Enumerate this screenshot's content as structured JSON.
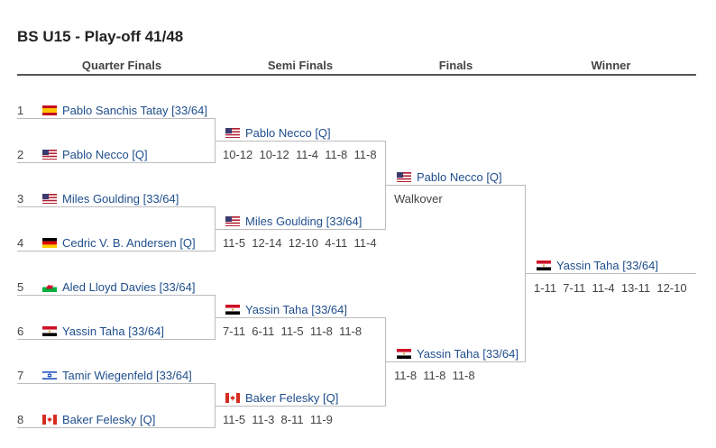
{
  "title": "BS U15 - Play-off 41/48",
  "headers": {
    "quarter": "Quarter Finals",
    "semi": "Semi Finals",
    "final": "Finals",
    "winner": "Winner"
  },
  "quarter_finals": [
    {
      "num": "1",
      "name": "Pablo Sanchis Tatay [33/64]",
      "flag": "spain-flag-icon"
    },
    {
      "num": "2",
      "name": "Pablo Necco [Q]",
      "flag": "usa-flag-icon"
    },
    {
      "num": "3",
      "name": "Miles Goulding [33/64]",
      "flag": "usa-flag-icon"
    },
    {
      "num": "4",
      "name": "Cedric V. B. Andersen [Q]",
      "flag": "germany-flag-icon"
    },
    {
      "num": "5",
      "name": "Aled Lloyd Davies [33/64]",
      "flag": "wales-flag-icon"
    },
    {
      "num": "6",
      "name": "Yassin Taha [33/64]",
      "flag": "egypt-flag-icon"
    },
    {
      "num": "7",
      "name": "Tamir Wiegenfeld [33/64]",
      "flag": "israel-flag-icon"
    },
    {
      "num": "8",
      "name": "Baker Felesky [Q]",
      "flag": "canada-flag-icon"
    }
  ],
  "semi_finals": [
    {
      "name": "Pablo Necco [Q]",
      "flag": "usa-flag-icon",
      "score": "10-12  10-12  11-4  11-8  11-8"
    },
    {
      "name": "Miles Goulding [33/64]",
      "flag": "usa-flag-icon",
      "score": "11-5  12-14  12-10  4-11  11-4"
    },
    {
      "name": "Yassin Taha [33/64]",
      "flag": "egypt-flag-icon",
      "score": "7-11  6-11  11-5  11-8  11-8"
    },
    {
      "name": "Baker Felesky [Q]",
      "flag": "canada-flag-icon",
      "score": "11-5  11-3  8-11  11-9"
    }
  ],
  "finals": [
    {
      "name": "Pablo Necco [Q]",
      "flag": "usa-flag-icon",
      "score": "Walkover"
    },
    {
      "name": "Yassin Taha [33/64]",
      "flag": "egypt-flag-icon",
      "score": "11-8  11-8  11-8"
    }
  ],
  "winner": {
    "name": "Yassin Taha [33/64]",
    "flag": "egypt-flag-icon",
    "score": "1-11  7-11  11-4  13-11  12-10"
  }
}
